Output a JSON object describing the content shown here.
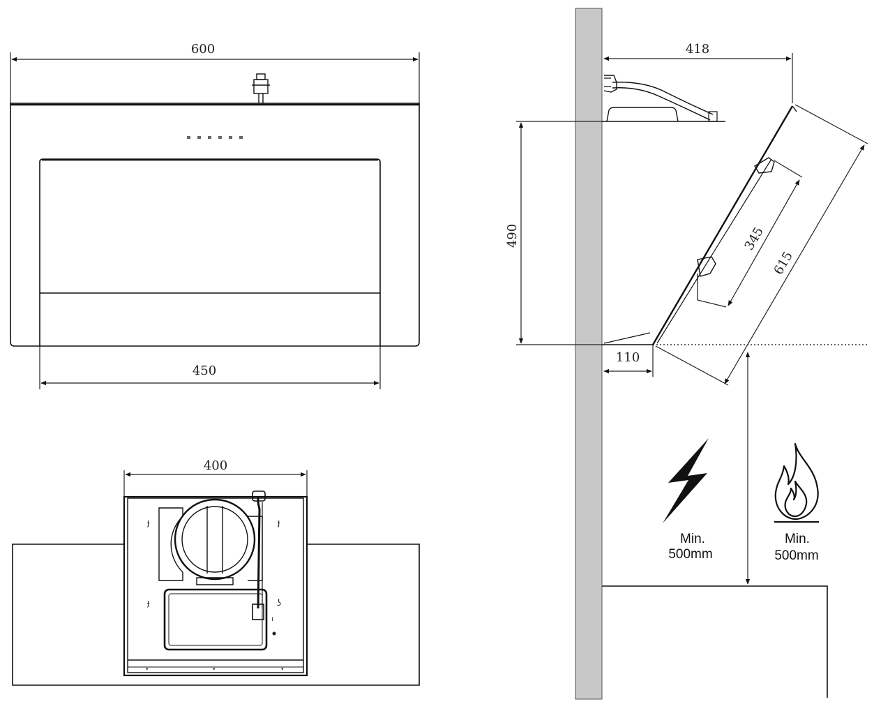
{
  "dimensions": {
    "front_width": "600",
    "front_inner_width": "450",
    "top_width": "400",
    "side_depth": "418",
    "side_height": "490",
    "side_offset": "110",
    "panel_inner_length": "345",
    "panel_length": "615"
  },
  "clearances": {
    "electric": {
      "label": "Min.",
      "value": "500mm",
      "icon": "lightning-bolt-icon"
    },
    "gas": {
      "label": "Min.",
      "value": "500mm",
      "icon": "flame-icon"
    }
  },
  "colors": {
    "wall": "#c8c8c8",
    "line": "#111111"
  }
}
